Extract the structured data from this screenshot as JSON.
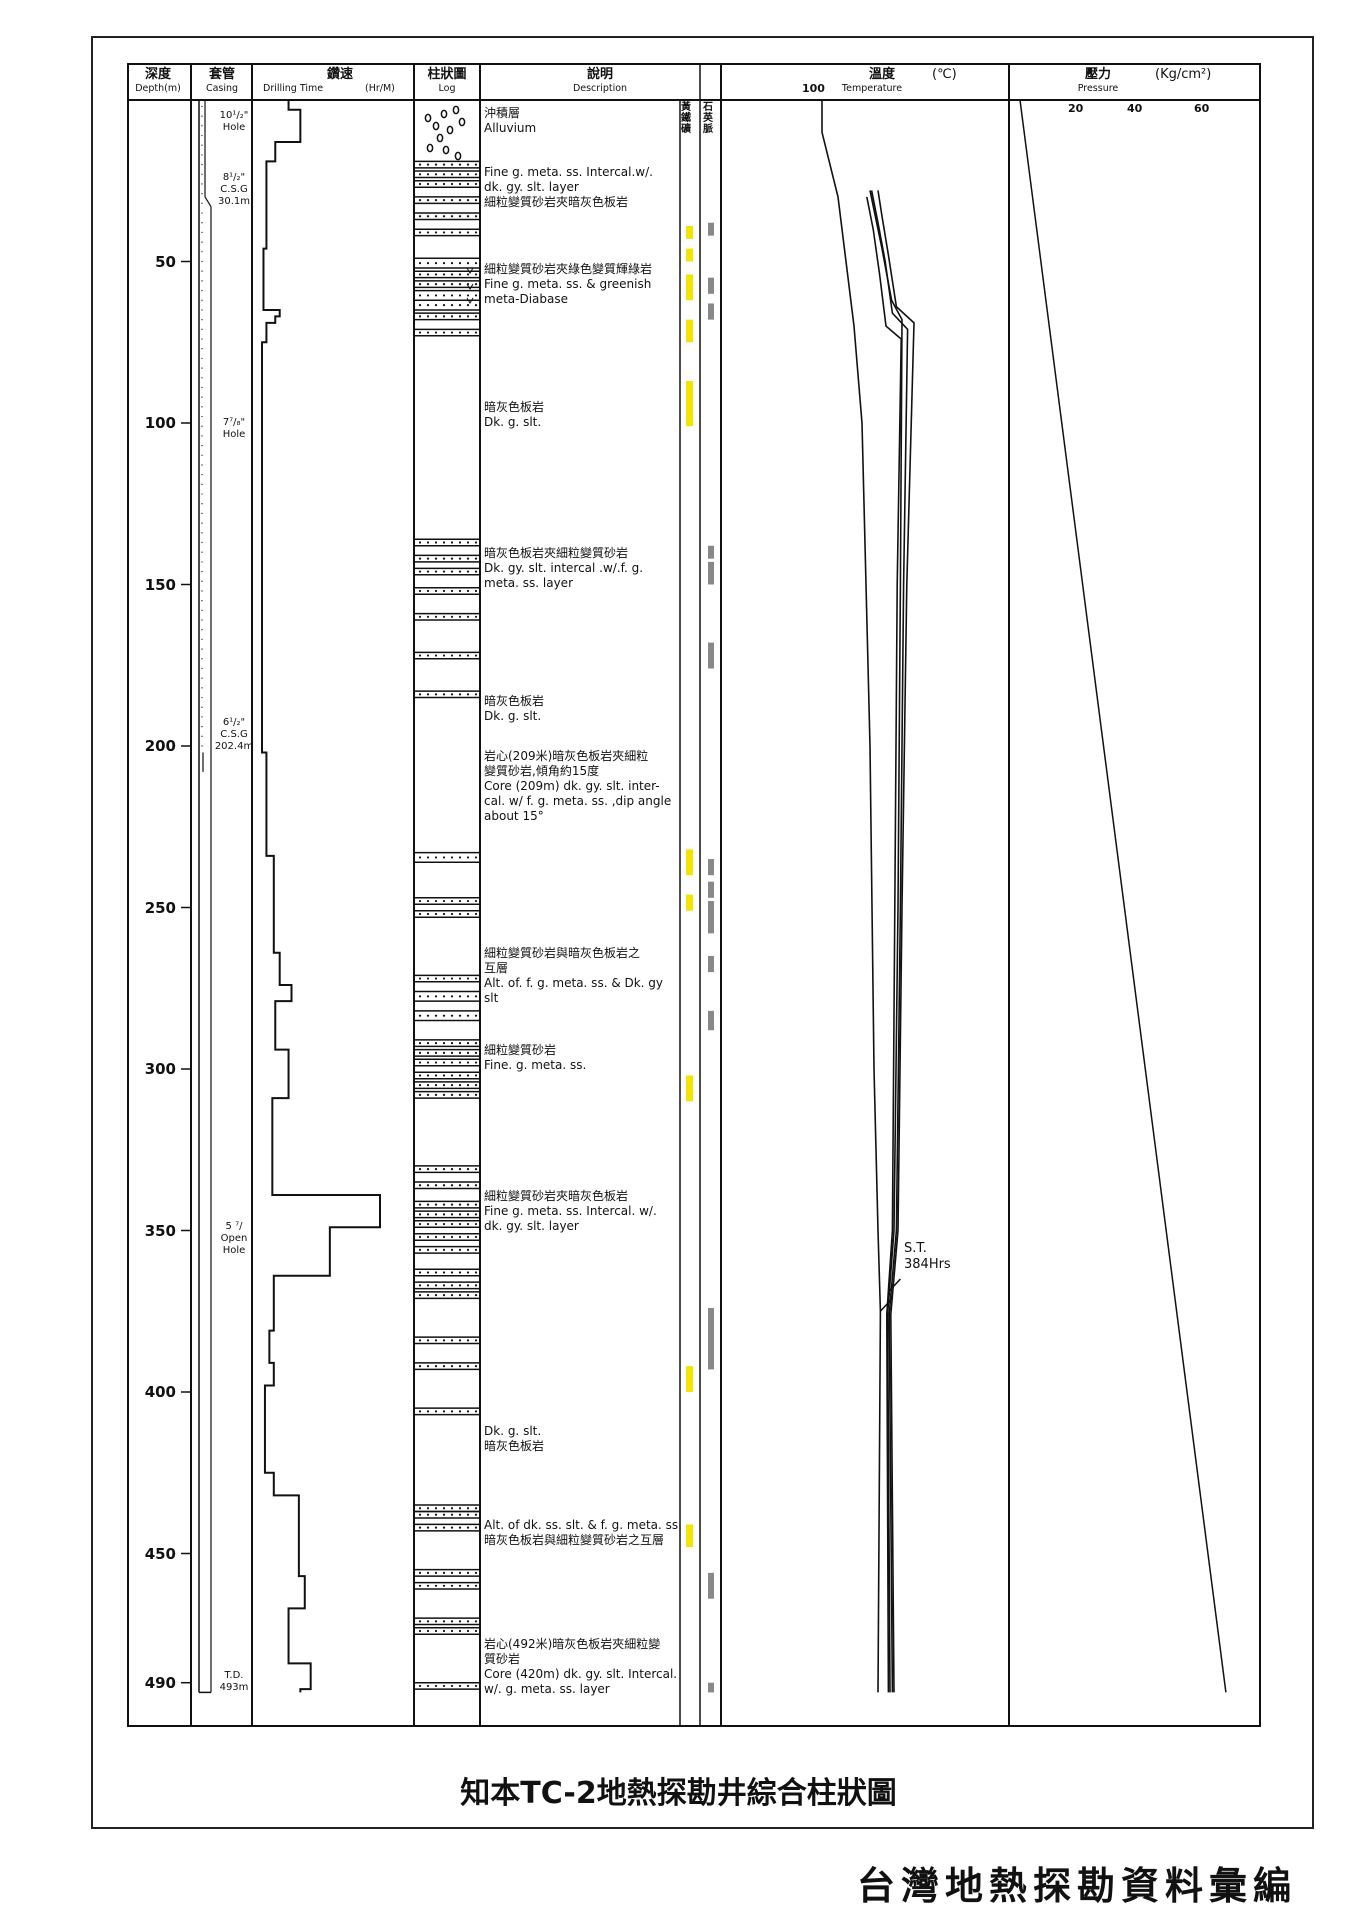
{
  "header": {
    "depth": {
      "zh": "深度",
      "en": "Depth(m)"
    },
    "casing": {
      "zh": "套管",
      "en": "Casing"
    },
    "drilling": {
      "zh": "鑽速",
      "en": "Drilling Time",
      "unit": "(Hr/M)"
    },
    "log": {
      "zh": "柱狀圖",
      "en": "Log"
    },
    "description": {
      "zh": "說明",
      "en": "Description"
    },
    "temperature": {
      "zh": "溫度",
      "unit": "(℃)",
      "en": "Temperature",
      "scale": "100"
    },
    "pressure": {
      "zh": "壓力",
      "unit": "(Kg/cm²)",
      "en": "Pressure",
      "scale": [
        "20",
        "40",
        "60"
      ]
    }
  },
  "minerals": {
    "pyrite": "黃鐵礦",
    "quartz": "石英脈"
  },
  "depth_ticks": [
    "50",
    "100",
    "150",
    "200",
    "250",
    "300",
    "350",
    "400",
    "450",
    "490"
  ],
  "casing_labels": [
    {
      "depth": 5,
      "lines": [
        "10¹/₂\"",
        "Hole"
      ]
    },
    {
      "depth": 24,
      "lines": [
        "8¹/₂\"",
        "C.S.G",
        "30.1m"
      ]
    },
    {
      "depth": 100,
      "lines": [
        "7⁷/₈\"",
        "Hole"
      ]
    },
    {
      "depth": 193,
      "lines": [
        "6¹/₂\"",
        "C.S.G",
        "202.4m"
      ]
    },
    {
      "depth": 349,
      "lines": [
        "5 ⁷/",
        "Open",
        "Hole"
      ]
    },
    {
      "depth": 488,
      "lines": [
        "T.D.",
        "493m"
      ]
    }
  ],
  "descriptions": [
    {
      "depth": 2,
      "lines": [
        "沖積層",
        "Alluvium"
      ]
    },
    {
      "depth": 20,
      "lines": [
        "Fine g. meta. ss. Intercal.w/.",
        "dk. gy. slt. layer",
        "細粒變質砂岩夾暗灰色板岩"
      ]
    },
    {
      "depth": 50,
      "lines": [
        "細粒變質砂岩夾綠色變質輝綠岩",
        "Fine g. meta. ss. & greenish",
        "meta-Diabase"
      ]
    },
    {
      "depth": 93,
      "lines": [
        "暗灰色板岩",
        "Dk. g. slt."
      ]
    },
    {
      "depth": 138,
      "lines": [
        "暗灰色板岩夾細粒變質砂岩",
        "Dk. gy. slt. intercal .w/.f. g.",
        "meta. ss. layer"
      ]
    },
    {
      "depth": 184,
      "lines": [
        "暗灰色板岩",
        "Dk. g. slt."
      ]
    },
    {
      "depth": 201,
      "lines": [
        "岩心(209米)暗灰色板岩夾細粒",
        "變質砂岩,傾角約15度",
        "Core (209m) dk. gy. slt. inter-",
        "cal. w/ f. g. meta. ss. ,dip angle",
        "about 15°"
      ]
    },
    {
      "depth": 262,
      "lines": [
        "細粒變質砂岩與暗灰色板岩之",
        "互層",
        "Alt. of. f. g. meta. ss. & Dk. gy",
        "slt"
      ]
    },
    {
      "depth": 292,
      "lines": [
        "細粒變質砂岩",
        "Fine. g. meta. ss."
      ]
    },
    {
      "depth": 337,
      "lines": [
        "細粒變質砂岩夾暗灰色板岩",
        "Fine g. meta. ss. Intercal. w/.",
        "dk. gy. slt. layer"
      ]
    },
    {
      "depth": 410,
      "lines": [
        "Dk. g. slt.",
        "暗灰色板岩"
      ]
    },
    {
      "depth": 439,
      "lines": [
        "Alt. of dk. ss. slt. & f. g. meta. ss.",
        "暗灰色板岩與細粒變質砂岩之互層"
      ]
    },
    {
      "depth": 476,
      "lines": [
        "岩心(492米)暗灰色板岩夾細粒變",
        "質砂岩",
        "Core (420m) dk. gy. slt. Intercal.",
        "w/. g. meta. ss. layer"
      ]
    }
  ],
  "sandstone_layers": [
    [
      19,
      21
    ],
    [
      22,
      24
    ],
    [
      25,
      27
    ],
    [
      30,
      32
    ],
    [
      35,
      37
    ],
    [
      40,
      42
    ],
    [
      49,
      52
    ],
    [
      53,
      55
    ],
    [
      56,
      58
    ],
    [
      59,
      62
    ],
    [
      62,
      65
    ],
    [
      66,
      68
    ],
    [
      71,
      73
    ],
    [
      136,
      138
    ],
    [
      141,
      143
    ],
    [
      145,
      147
    ],
    [
      151,
      153
    ],
    [
      159,
      161
    ],
    [
      171,
      173
    ],
    [
      183,
      185
    ],
    [
      233,
      236
    ],
    [
      247,
      249
    ],
    [
      251,
      253
    ],
    [
      271,
      273
    ],
    [
      276,
      279
    ],
    [
      282,
      285
    ],
    [
      291,
      293
    ],
    [
      294,
      296
    ],
    [
      297,
      299
    ],
    [
      301,
      303
    ],
    [
      304,
      306
    ],
    [
      307,
      309
    ],
    [
      330,
      332
    ],
    [
      335,
      337
    ],
    [
      341,
      343
    ],
    [
      344,
      346
    ],
    [
      347,
      349
    ],
    [
      351,
      353
    ],
    [
      355,
      357
    ],
    [
      362,
      364
    ],
    [
      366,
      368
    ],
    [
      369,
      371
    ],
    [
      383,
      385
    ],
    [
      391,
      393
    ],
    [
      405,
      407
    ],
    [
      435,
      437
    ],
    [
      437,
      439
    ],
    [
      441,
      443
    ],
    [
      455,
      457
    ],
    [
      459,
      461
    ],
    [
      470,
      472
    ],
    [
      473,
      475
    ],
    [
      490,
      492
    ]
  ],
  "pyrite_marks": [
    [
      39,
      43
    ],
    [
      46,
      50
    ],
    [
      54,
      62
    ],
    [
      68,
      75
    ],
    [
      87,
      101
    ],
    [
      232,
      240
    ],
    [
      246,
      251
    ],
    [
      302,
      310
    ],
    [
      392,
      400
    ],
    [
      441,
      448
    ]
  ],
  "quartz_marks": [
    [
      38,
      42
    ],
    [
      55,
      60
    ],
    [
      63,
      68
    ],
    [
      138,
      142
    ],
    [
      143,
      150
    ],
    [
      168,
      176
    ],
    [
      235,
      240
    ],
    [
      242,
      247
    ],
    [
      248,
      258
    ],
    [
      265,
      270
    ],
    [
      282,
      288
    ],
    [
      374,
      393
    ],
    [
      456,
      464
    ],
    [
      490,
      493
    ]
  ],
  "drilling_time": {
    "unit": "Hr/M",
    "points": [
      [
        0,
        1.8
      ],
      [
        3,
        1.8
      ],
      [
        3,
        2.6
      ],
      [
        13,
        2.6
      ],
      [
        13,
        0.9
      ],
      [
        19,
        0.9
      ],
      [
        19,
        0.3
      ],
      [
        46,
        0.3
      ],
      [
        46,
        0.1
      ],
      [
        65,
        0.1
      ],
      [
        65,
        1.2
      ],
      [
        67,
        1.2
      ],
      [
        67,
        0.9
      ],
      [
        69,
        0.9
      ],
      [
        69,
        0.3
      ],
      [
        75,
        0.3
      ],
      [
        75,
        0.0
      ],
      [
        202,
        0.0
      ],
      [
        202,
        0.3
      ],
      [
        234,
        0.3
      ],
      [
        234,
        0.8
      ],
      [
        264,
        0.8
      ],
      [
        264,
        1.2
      ],
      [
        274,
        1.2
      ],
      [
        274,
        2.0
      ],
      [
        279,
        2.0
      ],
      [
        279,
        0.9
      ],
      [
        294,
        0.9
      ],
      [
        294,
        1.8
      ],
      [
        309,
        1.8
      ],
      [
        309,
        0.7
      ],
      [
        339,
        0.7
      ],
      [
        339,
        8.0
      ],
      [
        349,
        8.0
      ],
      [
        349,
        4.6
      ],
      [
        364,
        4.6
      ],
      [
        364,
        0.8
      ],
      [
        381,
        0.8
      ],
      [
        381,
        0.5
      ],
      [
        391,
        0.5
      ],
      [
        391,
        0.8
      ],
      [
        398,
        0.8
      ],
      [
        398,
        0.2
      ],
      [
        425,
        0.2
      ],
      [
        425,
        0.8
      ],
      [
        432,
        0.8
      ],
      [
        432,
        2.5
      ],
      [
        457,
        2.5
      ],
      [
        457,
        2.9
      ],
      [
        467,
        2.9
      ],
      [
        467,
        1.8
      ],
      [
        484,
        1.8
      ],
      [
        484,
        3.3
      ],
      [
        492,
        3.3
      ],
      [
        492,
        2.6
      ],
      [
        493,
        2.6
      ]
    ]
  },
  "temperature_profile": {
    "annotation": [
      "S.T.",
      "384Hrs"
    ],
    "profiles": [
      [
        [
          0,
          94
        ],
        [
          10,
          94
        ],
        [
          30,
          96
        ],
        [
          50,
          97
        ],
        [
          70,
          98
        ],
        [
          100,
          99
        ],
        [
          200,
          100
        ],
        [
          300,
          100.5
        ],
        [
          350,
          101
        ],
        [
          375,
          101.3
        ],
        [
          493,
          101
        ]
      ],
      [
        [
          28,
          100
        ],
        [
          34,
          100.5
        ],
        [
          46,
          101.5
        ],
        [
          62,
          102.7
        ],
        [
          68,
          104
        ],
        [
          150,
          103.8
        ],
        [
          250,
          103.5
        ],
        [
          350,
          103
        ],
        [
          376,
          102.2
        ],
        [
          493,
          102.5
        ]
      ],
      [
        [
          28,
          101
        ],
        [
          36,
          101.5
        ],
        [
          48,
          102.3
        ],
        [
          64,
          103.3
        ],
        [
          69,
          105.5
        ],
        [
          150,
          104.6
        ],
        [
          250,
          104
        ],
        [
          350,
          103.5
        ],
        [
          376,
          102.6
        ],
        [
          493,
          103
        ]
      ],
      [
        [
          28,
          100.2
        ],
        [
          38,
          101
        ],
        [
          50,
          101.9
        ],
        [
          66,
          102.8
        ],
        [
          71,
          104.7
        ],
        [
          150,
          104.2
        ],
        [
          250,
          103.8
        ],
        [
          350,
          103.3
        ],
        [
          376,
          102.4
        ],
        [
          493,
          102.8
        ]
      ],
      [
        [
          30,
          99.6
        ],
        [
          40,
          100.4
        ],
        [
          54,
          101.2
        ],
        [
          70,
          102
        ],
        [
          74,
          103.9
        ],
        [
          150,
          103.4
        ],
        [
          250,
          103.1
        ],
        [
          350,
          102.8
        ],
        [
          376,
          102.1
        ],
        [
          493,
          102.3
        ]
      ]
    ]
  },
  "pressure_profile": [
    [
      0,
      0
    ],
    [
      493,
      71
    ]
  ],
  "figure_title": "知本TC-2地熱探勘井綜合柱狀圖",
  "book_title": "台灣地熱探勘資料彙編"
}
